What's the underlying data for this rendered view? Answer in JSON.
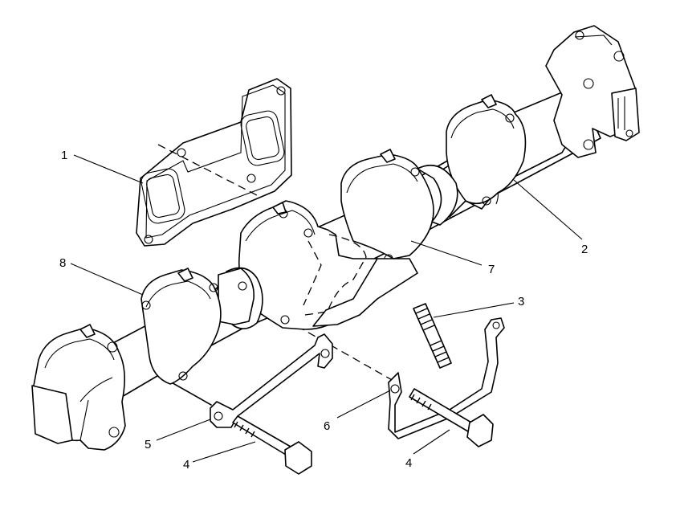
{
  "callouts": [
    {
      "id": "callout-1",
      "text": "1"
    },
    {
      "id": "callout-2",
      "text": "2"
    },
    {
      "id": "callout-3",
      "text": "3"
    },
    {
      "id": "callout-4a",
      "text": "4"
    },
    {
      "id": "callout-4b",
      "text": "4"
    },
    {
      "id": "callout-5",
      "text": "5"
    },
    {
      "id": "callout-6",
      "text": "6"
    },
    {
      "id": "callout-7",
      "text": "7"
    },
    {
      "id": "callout-8",
      "text": "8"
    }
  ]
}
